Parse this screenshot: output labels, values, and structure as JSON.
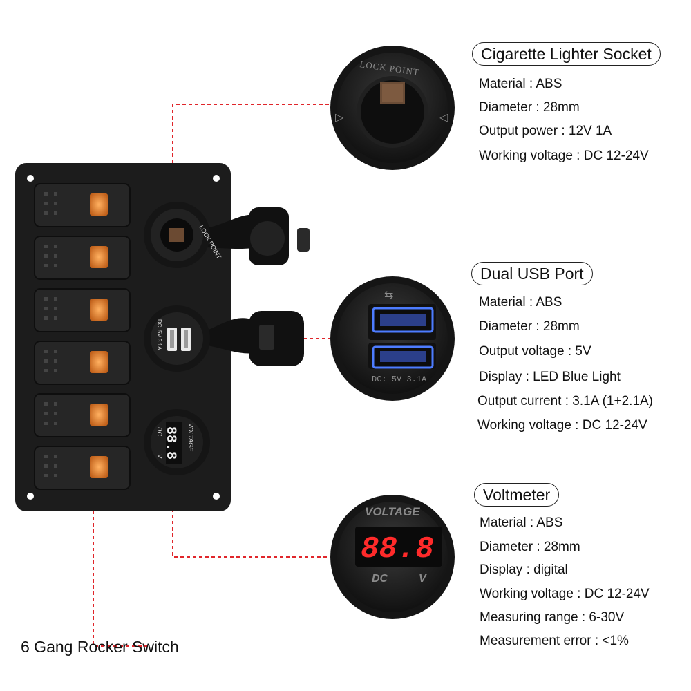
{
  "colors": {
    "panel": "#1c1c1c",
    "rocker": "#262626",
    "lamp": "#e07a1e",
    "usb_glow": "#4d7cff",
    "digit_red": "#ff2a2a",
    "guide_line": "#e0262b"
  },
  "panel": {
    "lighter_socket_label": "LOCK POINT",
    "usb_port_label": "DC: 5V 3.1A",
    "voltmeter_label_top": "VOLTAGE",
    "voltmeter_label_dc": "DC",
    "voltmeter_label_v": "V",
    "voltmeter_reading": "88.8"
  },
  "callouts": {
    "lighter": {
      "title": "Cigarette Lighter Socket",
      "lens_label": "LOCK POINT",
      "specs": [
        "Material : ABS",
        "Diameter : 28mm",
        "Output power : 12V 1A",
        "Working voltage : DC 12-24V"
      ]
    },
    "usb": {
      "title": "Dual USB Port",
      "lens_label": "DC: 5V 3.1A",
      "specs": [
        "Material : ABS",
        "Diameter : 28mm",
        "Output voltage : 5V",
        "Display : LED Blue Light",
        "Output current : 3.1A (1+2.1A)",
        "Working voltage : DC 12-24V"
      ]
    },
    "voltmeter": {
      "title": "Voltmeter",
      "lens_label_top": "VOLTAGE",
      "lens_label_dc": "DC",
      "lens_label_v": "V",
      "reading": "88.8",
      "specs": [
        "Material : ABS",
        "Diameter : 28mm",
        "Display : digital",
        "Working voltage : DC 12-24V",
        "Measuring range : 6-30V",
        "Measurement error : <1%"
      ]
    }
  },
  "switch_caption": "6 Gang Rocker Switch",
  "switch_count": 6
}
